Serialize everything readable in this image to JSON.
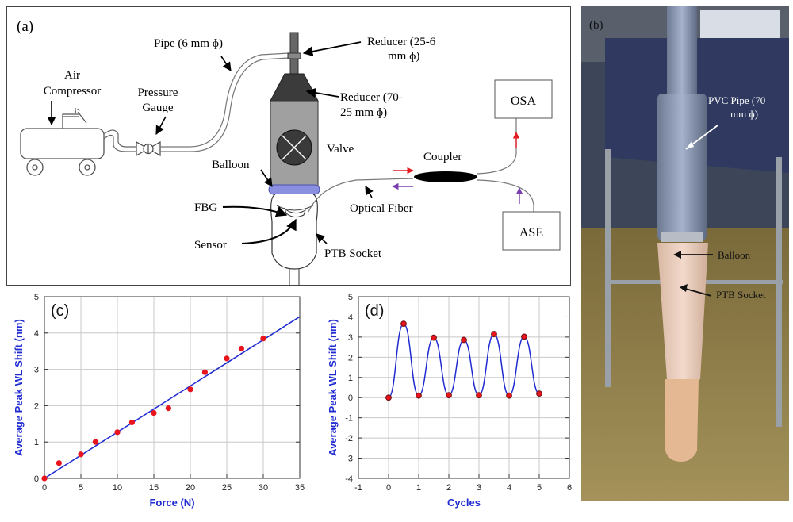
{
  "panel_a": {
    "tag": "(a)",
    "labels": {
      "air_compressor_1": "Air",
      "air_compressor_2": "Compressor",
      "pressure_gauge_1": "Pressure",
      "pressure_gauge_2": "Gauge",
      "pipe": "Pipe (6 mm ɸ)",
      "reducer1_1": "Reducer (25-6",
      "reducer1_2": "mm ɸ)",
      "reducer2_1": "Reducer (70-",
      "reducer2_2": "25 mm ɸ)",
      "valve": "Valve",
      "balloon": "Balloon",
      "fbg": "FBG",
      "sensor": "Sensor",
      "ptb_socket": "PTB Socket",
      "optical_fiber": "Optical Fiber",
      "coupler": "Coupler",
      "osa": "OSA",
      "ase": "ASE"
    }
  },
  "panel_b": {
    "tag": "(b)",
    "pvc_1": "PVC Pipe (70",
    "pvc_2": "mm ɸ)",
    "balloon": "Balloon",
    "ptb_socket": "PTB Socket"
  },
  "chart_data": [
    {
      "type": "scatter",
      "tag": "(c)",
      "xlabel": "Force (N)",
      "ylabel": "Average Peak WL Shift (nm)",
      "xlim": [
        0,
        35
      ],
      "ylim": [
        0,
        5
      ],
      "xticks": [
        "0",
        "5",
        "10",
        "15",
        "20",
        "25",
        "30",
        "35"
      ],
      "yticks": [
        "0",
        "1",
        "2",
        "3",
        "4",
        "5"
      ],
      "grid": true,
      "points": {
        "x": [
          0,
          2,
          5,
          7,
          10,
          12,
          15,
          17,
          20,
          22,
          25,
          27,
          30
        ],
        "y": [
          0,
          0.42,
          0.66,
          1.0,
          1.27,
          1.54,
          1.8,
          1.93,
          2.45,
          2.92,
          3.3,
          3.57,
          3.85
        ]
      },
      "fit_line": {
        "x": [
          0,
          35
        ],
        "y": [
          0,
          4.45
        ]
      },
      "colors": {
        "points": "#e8141c",
        "line": "#1f2bd1",
        "axis_label": "#1f2bd1"
      }
    },
    {
      "type": "line",
      "tag": "(d)",
      "xlabel": "Cycles",
      "ylabel": "Average Peak WL Shift (nm)",
      "xlim": [
        -1,
        6
      ],
      "ylim": [
        -4,
        5
      ],
      "xticks": [
        "-1",
        "0",
        "1",
        "2",
        "3",
        "4",
        "5",
        "6"
      ],
      "yticks": [
        "-4",
        "-3",
        "-2",
        "-1",
        "0",
        "1",
        "2",
        "3",
        "4",
        "5"
      ],
      "grid": true,
      "points": {
        "x": [
          0,
          0.5,
          1,
          1.5,
          2,
          2.5,
          3,
          3.5,
          4,
          4.5,
          5
        ],
        "y": [
          0,
          3.66,
          0.1,
          2.97,
          0.12,
          2.86,
          0.12,
          3.15,
          0.1,
          3.02,
          0.2
        ]
      },
      "colors": {
        "points": "#e8141c",
        "line": "#1f2bd1",
        "axis_label": "#1f2bd1"
      }
    }
  ]
}
